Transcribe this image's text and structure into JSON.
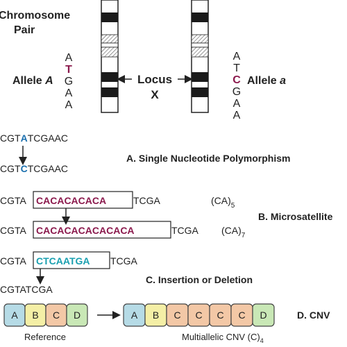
{
  "header": {
    "chromosome_pair_line1": "Chromosome",
    "chromosome_pair_line2": "Pair"
  },
  "alleles": {
    "left": {
      "prefix": "Allele ",
      "italic": "A",
      "bases": [
        "A",
        "T",
        "G",
        "A",
        "A"
      ],
      "highlight_index": 1
    },
    "right": {
      "prefix": "Allele ",
      "italic": "a",
      "bases": [
        "A",
        "T",
        "C",
        "G",
        "A",
        "A"
      ],
      "highlight_index": 2
    }
  },
  "locus": {
    "line1": "Locus",
    "line2": "X"
  },
  "snp": {
    "label": "A. Single Nucleotide Polymorphism",
    "seq1": {
      "pre": "CGT",
      "hl": "A",
      "post": "TCGAAC"
    },
    "seq2": {
      "pre": "CGT",
      "hl": "C",
      "post": "TCGAAC"
    }
  },
  "microsatellite": {
    "label": "B. Microsatellite",
    "seq1": {
      "pre": "CGTA",
      "box": "CACACACACA",
      "post": "TCGA",
      "notation": "(CA)",
      "sub": "5"
    },
    "seq2": {
      "pre": "CGTA",
      "box": "CACACACACACACA",
      "post": "TCGA",
      "notation": "(CA)",
      "sub": "7"
    }
  },
  "indel": {
    "label": "C. Insertion or Deletion",
    "seq1": {
      "pre": "CGTA",
      "box": "CTCAATGA",
      "post": "TCGA"
    },
    "seq2": "CGTATCGA"
  },
  "cnv": {
    "label": "D. CNV",
    "reference_label": "Reference",
    "multi_label": "Multiallelic CNV (C)",
    "multi_sub": "4",
    "reference_blocks": [
      "A",
      "B",
      "C",
      "D"
    ],
    "multi_blocks": [
      "A",
      "B",
      "C",
      "C",
      "C",
      "C",
      "D"
    ]
  },
  "colors": {
    "text": "#222222",
    "magenta": "#8b1a4d",
    "blue": "#1a6fae",
    "teal": "#1aa0b0",
    "block_a": "#b6dbe6",
    "block_b": "#f4efa6",
    "block_c": "#f3c8a6",
    "block_d": "#c9e8b6"
  }
}
